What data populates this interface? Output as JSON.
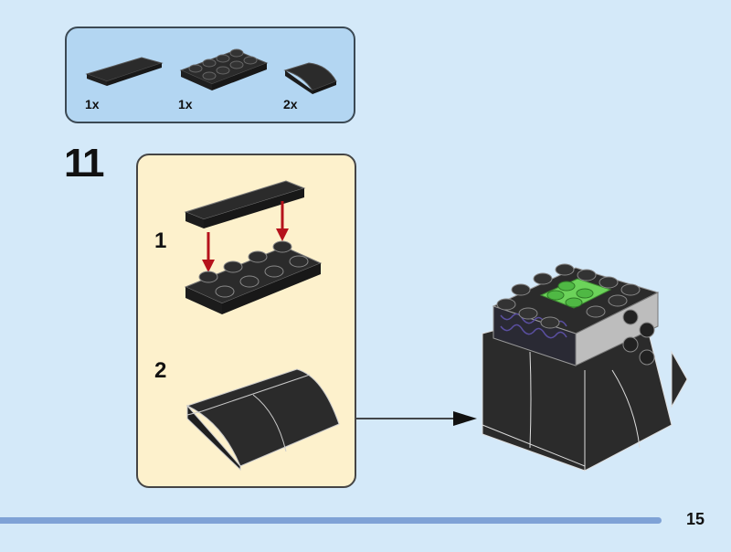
{
  "parts_list": [
    {
      "name": "tile-1x4",
      "color": "black",
      "quantity": "1x"
    },
    {
      "name": "plate-2x4",
      "color": "black",
      "quantity": "1x"
    },
    {
      "name": "slope-curved-2x2",
      "color": "black",
      "quantity": "2x"
    }
  ],
  "step": {
    "number": "11",
    "substeps": [
      {
        "number": "1",
        "description": "Attach 1x4 tile onto 2x4 plate"
      },
      {
        "number": "2",
        "description": "Assembled curved slope pair"
      }
    ]
  },
  "colors": {
    "background": "#d4e9f9",
    "parts_box": "#b3d6f2",
    "substep_box": "#fdf1cc",
    "brick": "#2b2b2b",
    "arrow_red": "#b5121b",
    "accent_green": "#6cd35a",
    "page_bar": "#7fa2d6"
  },
  "page": {
    "number": "15"
  }
}
